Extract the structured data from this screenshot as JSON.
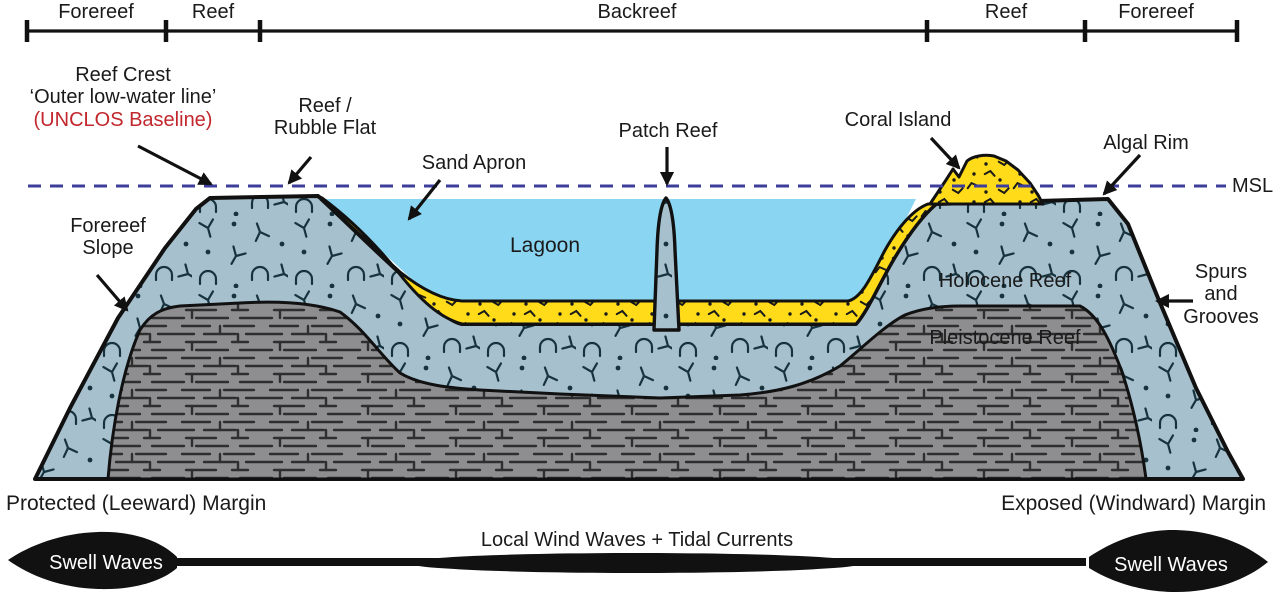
{
  "scalebar": {
    "zones": [
      "Forereef",
      "Reef",
      "Backreef",
      "Reef",
      "Forereef"
    ]
  },
  "annotations": {
    "reef_crest": {
      "line1": "Reef Crest",
      "line2": "‘Outer low-water line’",
      "line3": "(UNCLOS Baseline)"
    },
    "rubble_flat": {
      "line1": "Reef /",
      "line2": "Rubble Flat"
    },
    "sand_apron": "Sand Apron",
    "patch_reef": "Patch Reef",
    "coral_island": "Coral Island",
    "algal_rim": "Algal Rim",
    "msl": "MSL",
    "forereef_slope": {
      "line1": "Forereef",
      "line2": "Slope"
    },
    "lagoon": "Lagoon",
    "holocene_reef": "Holocene Reef",
    "pleistocene_reef": "Pleistocene Reef",
    "spurs_grooves": {
      "line1": "Spurs",
      "line2": "and",
      "line3": "Grooves"
    }
  },
  "margins": {
    "left": "Protected (Leeward) Margin",
    "right": "Exposed (Windward) Margin"
  },
  "waves": {
    "center": "Local Wind Waves + Tidal Currents",
    "swell_left": "Swell Waves",
    "swell_right": "Swell Waves"
  },
  "colors": {
    "lagoon": "#8ad6f2",
    "sand": "#ffdb1a",
    "holocene": "#a6c0ce",
    "pleistocene": "#8e8e90",
    "msl_line": "#3d3d9b",
    "unclos_red": "#c1272d",
    "outline": "#111111",
    "symbol": "#16333e",
    "pleisto_dash": "#2e2e2e",
    "wave_black": "#111111"
  }
}
